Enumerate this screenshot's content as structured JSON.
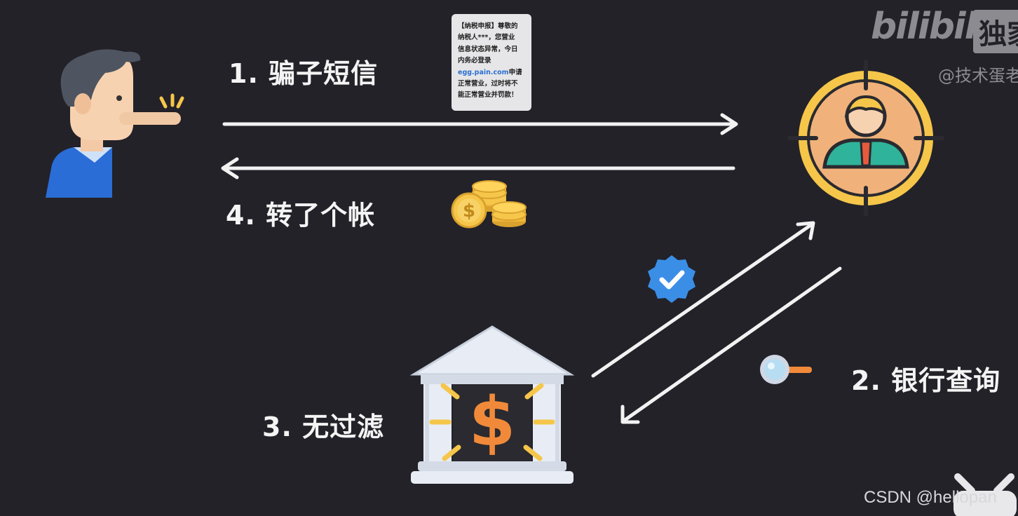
{
  "steps": {
    "step1": "1. 骗子短信",
    "step2": "2. 银行查询",
    "step3": "3. 无过滤",
    "step4": "4. 转了个帐"
  },
  "sms": {
    "line1": "【纳税申报】尊敬的",
    "line2": "纳税人***，您营业",
    "line3": "信息状态异常，今日",
    "line4": "内务必登录",
    "link": "egg.pain.com",
    "line5_suffix": "申请",
    "line6": "正常营业，过时将不",
    "line7": "能正常营业并罚款！"
  },
  "watermark": {
    "logo": "bilibili",
    "badge": "独家",
    "handle": "@技术蛋老"
  },
  "footer": {
    "csdn": "CSDN @hellopan"
  },
  "colors": {
    "background": "#232229",
    "arrow": "#f2f2f2",
    "gold": "#f5c64a",
    "orange": "#f0b27a",
    "blue_check": "#3a8ee6",
    "bank": "#e8ecf4"
  },
  "icons": [
    "scammer-icon",
    "target-person-icon",
    "bank-icon",
    "coins-icon",
    "verified-check-icon",
    "magnifier-icon"
  ]
}
